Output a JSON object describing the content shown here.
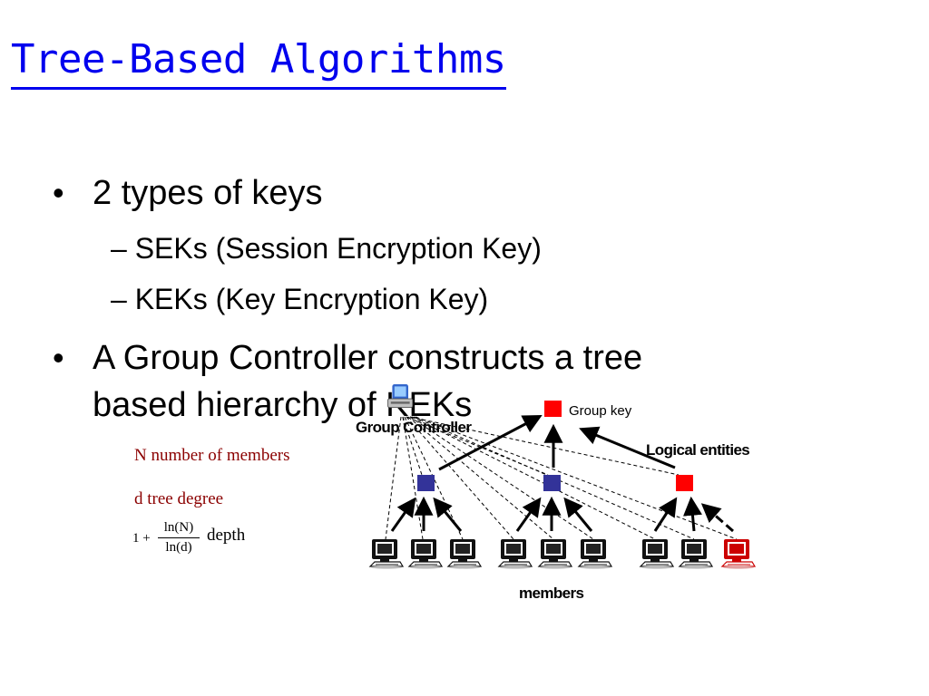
{
  "slide": {
    "title": "Tree-Based Algorithms",
    "bullets": [
      {
        "text": "2 types of keys",
        "sub": [
          "SEKs (Session Encryption Key)",
          "KEKs (Key Encryption Key)"
        ]
      },
      {
        "lines": [
          "A Group Controller constructs a tree",
          "based hierarchy of KEKs"
        ]
      }
    ],
    "bullet_symbol": "•",
    "sub_dash": "–"
  },
  "notes": {
    "n_members": "N number of members",
    "d_degree": "d tree degree",
    "formula_one": "1 +",
    "formula_num": "ln(N)",
    "formula_den": "ln(d)",
    "formula_label": "depth"
  },
  "diagram": {
    "labels": {
      "group_controller": "Group Controller",
      "group_key": "Group key",
      "logical_entities": "Logical entities",
      "members": "members"
    },
    "icons": {
      "controller": "computer-icon",
      "member": "computer-icon",
      "key": "key-square"
    },
    "colors": {
      "group_key": "#ff0000",
      "kek_blue": "#333399",
      "kek_red": "#ff0000",
      "member_highlight": "#cc0000",
      "controller": "#3366cc"
    }
  }
}
